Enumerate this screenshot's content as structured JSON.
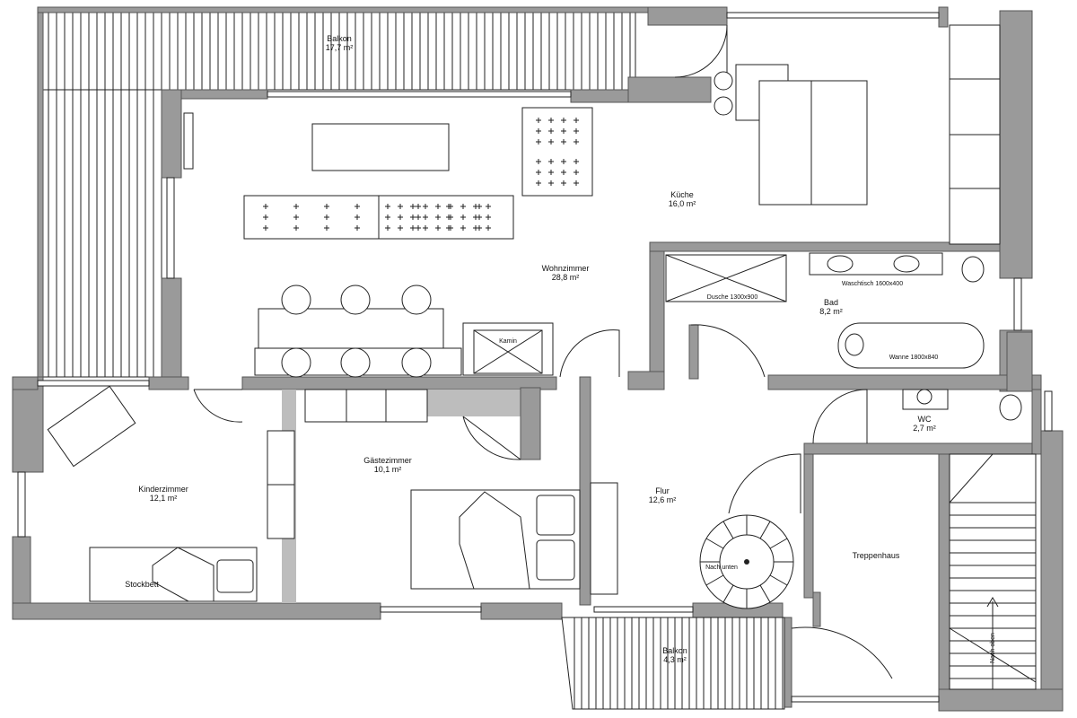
{
  "rooms": {
    "balkon_top": {
      "name": "Balkon",
      "area": "17,7 m²"
    },
    "kueche": {
      "name": "Küche",
      "area": "16,0 m²"
    },
    "wohnzimmer": {
      "name": "Wohnzimmer",
      "area": "28,8 m²"
    },
    "bad": {
      "name": "Bad",
      "area": "8,2 m²"
    },
    "wc": {
      "name": "WC",
      "area": "2,7 m²"
    },
    "kinderzimmer": {
      "name": "Kinderzimmer",
      "area": "12,1 m²"
    },
    "gaestezimmer": {
      "name": "Gästezimmer",
      "area": "10,1 m²"
    },
    "flur": {
      "name": "Flur",
      "area": "12,6 m²"
    },
    "treppenhaus": {
      "name": "Treppenhaus"
    },
    "balkon_bottom": {
      "name": "Balkon",
      "area": "4,3 m²"
    }
  },
  "fixtures": {
    "kamin": "Kamin",
    "dusche": "Dusche 1300x900",
    "waschtisch": "Waschtisch 1600x400",
    "wanne": "Wanne 1800x840",
    "stockbett": "Stockbett",
    "nach_unten": "Nach unten",
    "nach_oben": "Nach oben"
  },
  "colors": {
    "wall": "#9a9a9a",
    "wall_stroke": "#555555",
    "line": "#222222",
    "background": "#ffffff"
  }
}
